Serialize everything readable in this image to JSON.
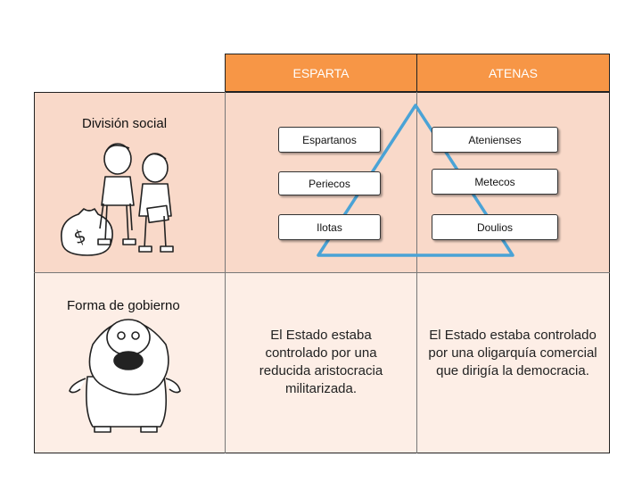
{
  "header": {
    "col1": "ESPARTA",
    "col2": "ATENAS"
  },
  "rows": {
    "division_social": "División social",
    "forma_gobierno": "Forma de gobierno"
  },
  "esparta": {
    "classes": [
      "Espartanos",
      "Periecos",
      "Ilotas"
    ],
    "gobierno": "El Estado estaba controlado por una reducida aristocracia militarizada."
  },
  "atenas": {
    "classes": [
      "Atenienses",
      "Metecos",
      "Doulios"
    ],
    "gobierno": "El Estado estaba controlado por una oligarquía comercial que dirigía la democracia."
  },
  "colors": {
    "header": "#f79646",
    "row1": "#f9d9c9",
    "row2": "#fdeee6",
    "triangle": "#4aa3d6"
  },
  "illustrations": [
    "boys-money-bag-illustration",
    "greek-man-illustration"
  ]
}
